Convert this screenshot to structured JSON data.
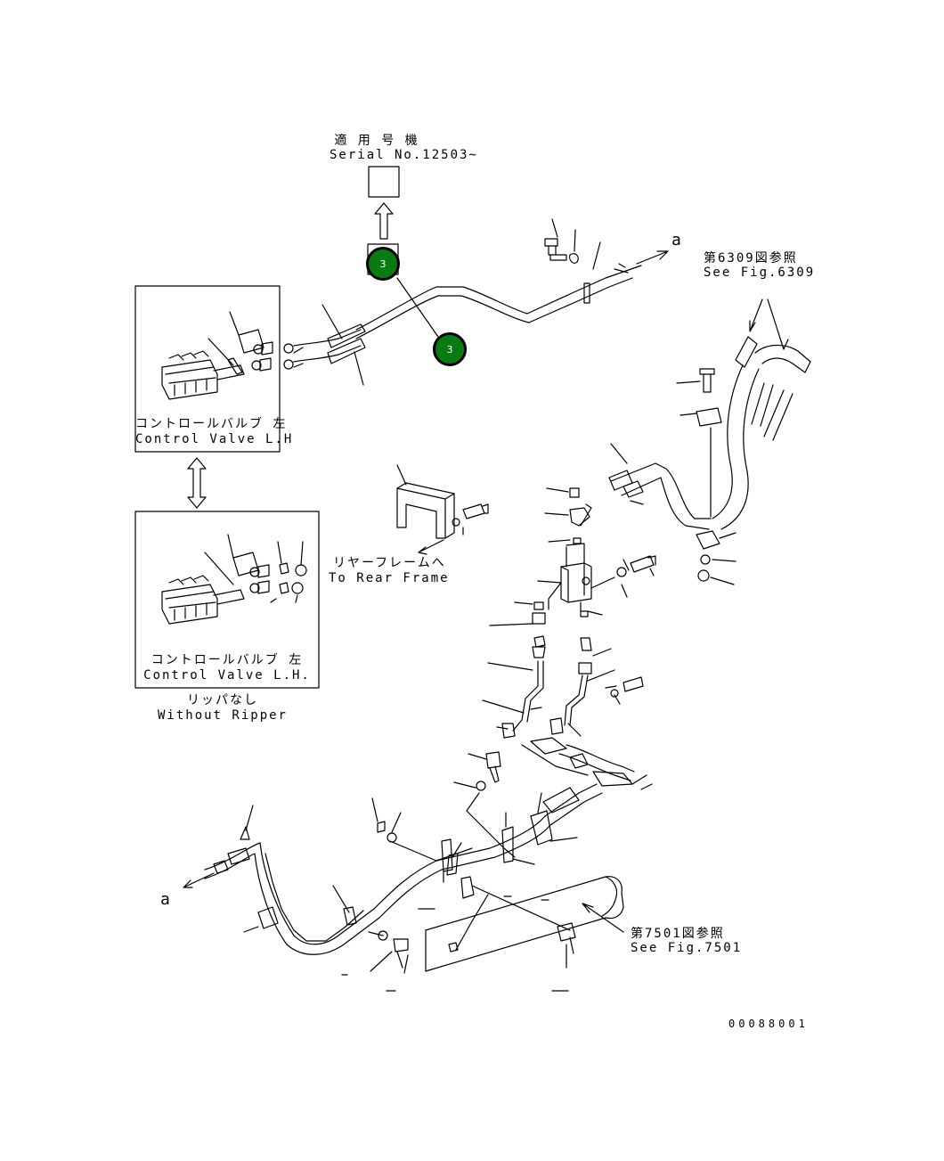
{
  "serial_block": {
    "line1": "適 用 号 機",
    "line2": "Serial No.12503~"
  },
  "ref_6309": {
    "line1": "第6309図参照",
    "line2": "See Fig.6309"
  },
  "ref_7501": {
    "line1": "第7501図参照",
    "line2": "See Fig.7501"
  },
  "control_valve_top": {
    "jp": "コントロールバルブ  左",
    "en": "Control Valve L.H"
  },
  "control_valve_bottom": {
    "jp": "コントロールバルブ  左",
    "en": "Control Valve L.H."
  },
  "without_ripper": {
    "jp": "リッパなし",
    "en": "Without Ripper"
  },
  "rear_frame": {
    "jp": "リヤーフレームへ",
    "en": "To Rear Frame"
  },
  "arrow_a_top": "a",
  "arrow_a_bottom": "a",
  "callouts": [
    {
      "number": "3"
    },
    {
      "number": "3"
    }
  ],
  "figure_id": "00088001",
  "colors": {
    "callout_fill": "#0a7a12",
    "line": "#000000"
  }
}
